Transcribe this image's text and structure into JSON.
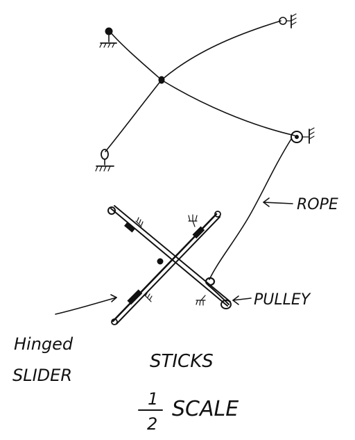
{
  "labels": {
    "rope": "ROPE",
    "pulley": "PULLEY",
    "hinged_slider_line1": "Hinged",
    "hinged_slider_line2": "SLIDER",
    "sticks": "STICKS",
    "scale_numerator": "1",
    "scale_denominator": "2",
    "scale_word": "SCALE"
  },
  "colors": {
    "ink": "#111111",
    "paper": "#ffffff"
  }
}
